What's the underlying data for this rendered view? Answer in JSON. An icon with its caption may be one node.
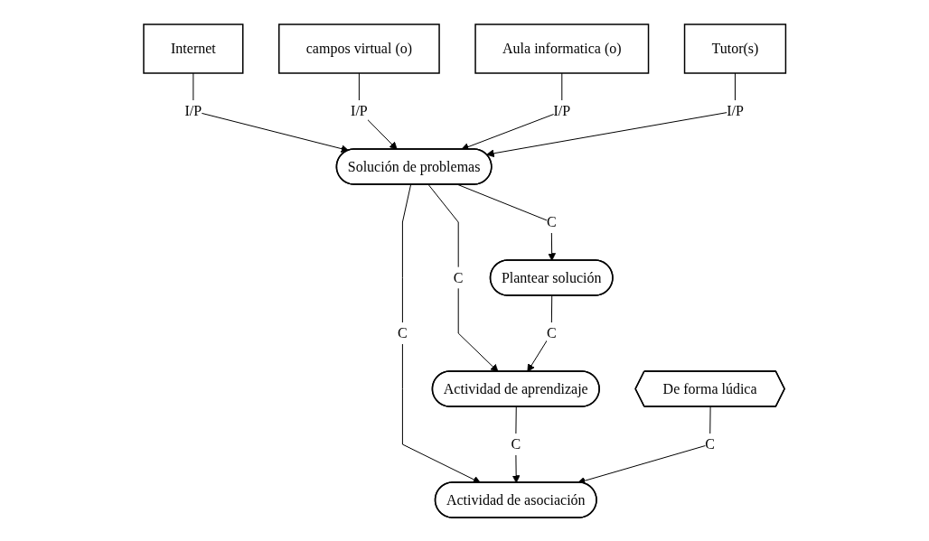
{
  "diagram": {
    "nodes": [
      {
        "text": [
          "Internet"
        ]
      },
      {
        "text": [
          "campos virtual (o)"
        ]
      },
      {
        "text": [
          "Aula informatica (o)"
        ]
      },
      {
        "text": [
          "Tutor(s)"
        ]
      },
      {
        "text": [
          "Solución de problemas"
        ]
      },
      {
        "text": [
          "Plantear solución"
        ]
      },
      {
        "text": [
          "Actividad de aprendizaje"
        ]
      },
      {
        "text": [
          "Actividad de asociación"
        ]
      },
      {
        "text": [
          "De forma lúdica"
        ]
      }
    ],
    "edges": [
      {
        "from": 0,
        "to": 4,
        "arrow": "to",
        "label": "I/P"
      },
      {
        "from": 1,
        "to": 4,
        "arrow": "to",
        "label": "I/P"
      },
      {
        "from": 2,
        "to": 4,
        "arrow": "to",
        "label": "I/P"
      },
      {
        "from": 3,
        "to": 4,
        "arrow": "to",
        "label": "I/P"
      },
      {
        "from": 4,
        "to": 5,
        "arrow": "to",
        "label": "C"
      },
      {
        "from": 4,
        "to": 7,
        "arrow": "to",
        "label": "C"
      },
      {
        "from": 4,
        "to": 6,
        "arrow": "to",
        "label": "C"
      },
      {
        "from": 5,
        "to": 6,
        "arrow": "to",
        "label": "C"
      },
      {
        "from": 6,
        "to": 7,
        "arrow": "to",
        "label": "C"
      },
      {
        "from": 8,
        "to": 7,
        "arrow": "to",
        "label": "C"
      }
    ]
  }
}
